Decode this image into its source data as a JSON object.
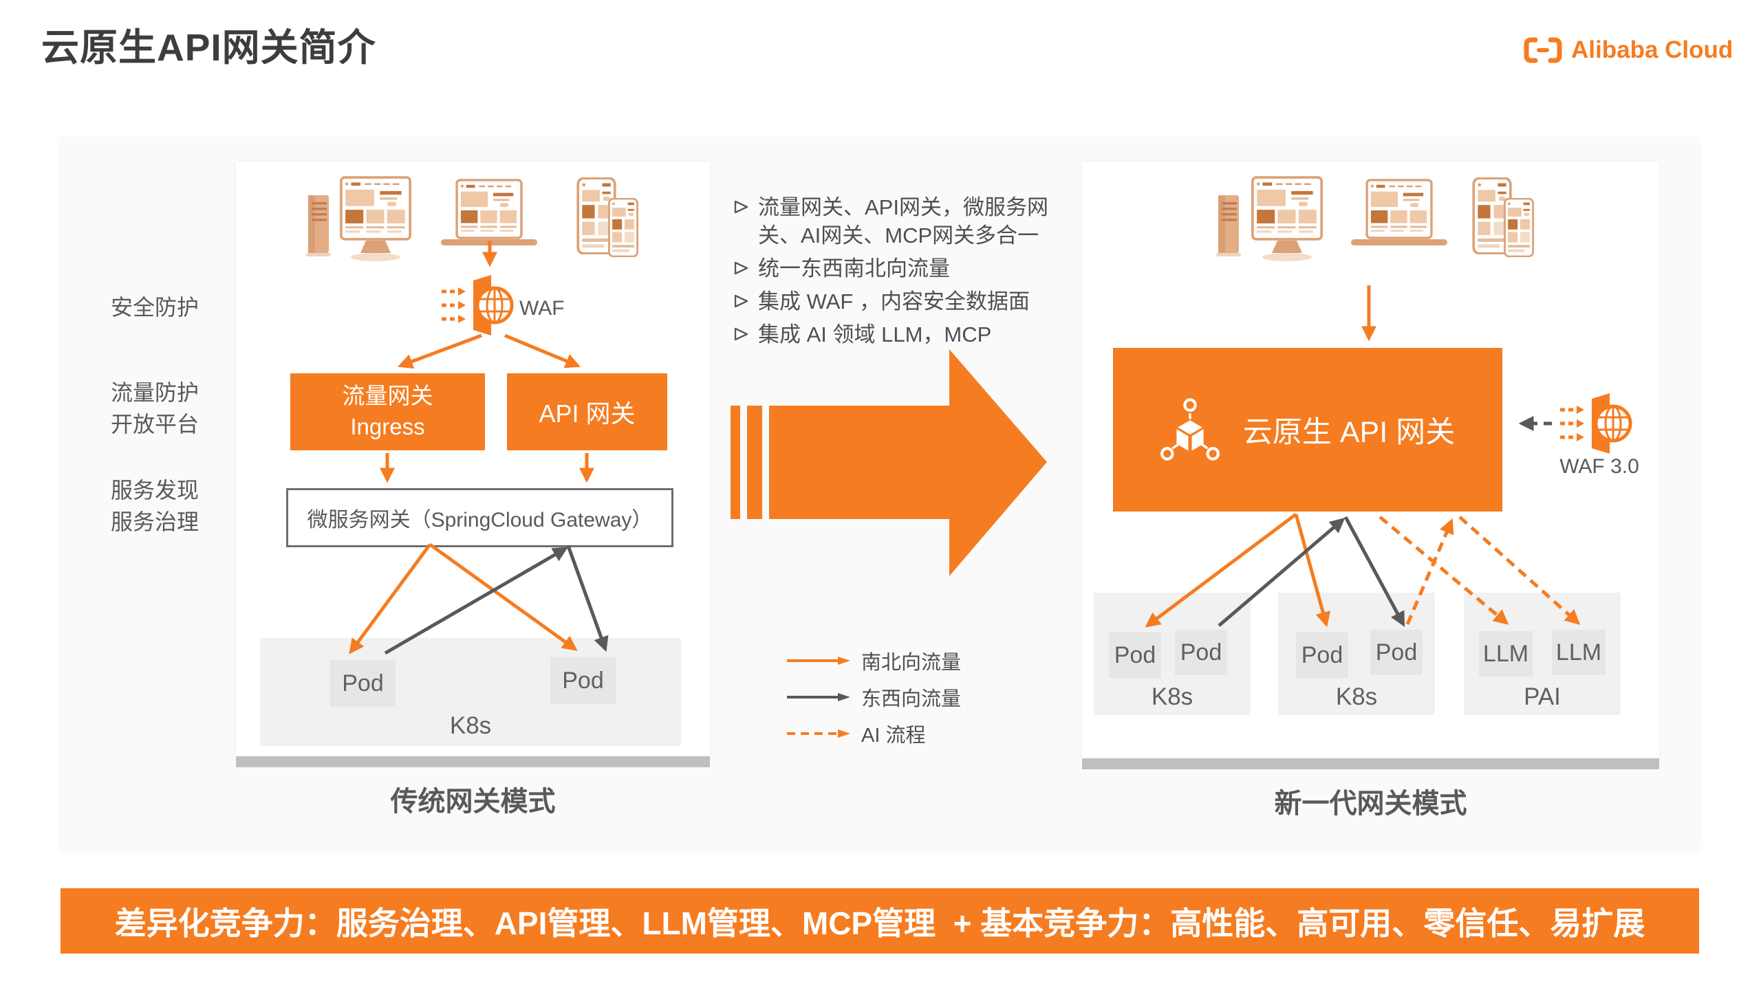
{
  "title": "云原生API网关简介",
  "logo": {
    "text": "Alibaba Cloud"
  },
  "colors": {
    "accent_orange": "#F57C20",
    "gray_text": "#595959",
    "arrow_gray": "#595959",
    "stage_bg": "#FAFAFA",
    "cluster_area_bg": "#F1F1F1",
    "node_bg": "#E6E6E6",
    "pedestal_bar": "#BFBFBF"
  },
  "left_panel": {
    "side_labels": [
      "安全防护",
      "流量防护\n开放平台",
      "服务发现\n服务治理"
    ],
    "waf_label": "WAF",
    "traffic_gateway": "流量网关\nIngress",
    "api_gateway": "API 网关",
    "microservice_gateway": "微服务网关（SpringCloud Gateway）",
    "k8s": {
      "label": "K8s",
      "pods": [
        "Pod",
        "Pod"
      ]
    },
    "caption": "传统网关模式"
  },
  "middle": {
    "bullets": [
      "流量网关、API网关，微服务网关、AI网关、MCP网关多合一",
      "统一东西南北向流量",
      "集成 WAF ，内容安全数据面",
      "集成 AI 领域 LLM，MCP"
    ],
    "legend": [
      {
        "label": "南北向流量",
        "style": "orange-solid"
      },
      {
        "label": "东西向流量",
        "style": "gray-solid"
      },
      {
        "label": "AI 流程",
        "style": "orange-dashed"
      }
    ]
  },
  "right_panel": {
    "gateway_label": "云原生 API 网关",
    "waf_label": "WAF 3.0",
    "clusters": [
      {
        "label": "K8s",
        "nodes": [
          "Pod",
          "Pod"
        ]
      },
      {
        "label": "K8s",
        "nodes": [
          "Pod",
          "Pod"
        ]
      },
      {
        "label": "PAI",
        "nodes": [
          "LLM",
          "LLM"
        ]
      }
    ],
    "caption": "新一代网关模式"
  },
  "footer": {
    "banner": "差异化竞争力：服务治理、API管理、LLM管理、MCP管理  + 基本竞争力：高性能、高可用、零信任、易扩展"
  }
}
